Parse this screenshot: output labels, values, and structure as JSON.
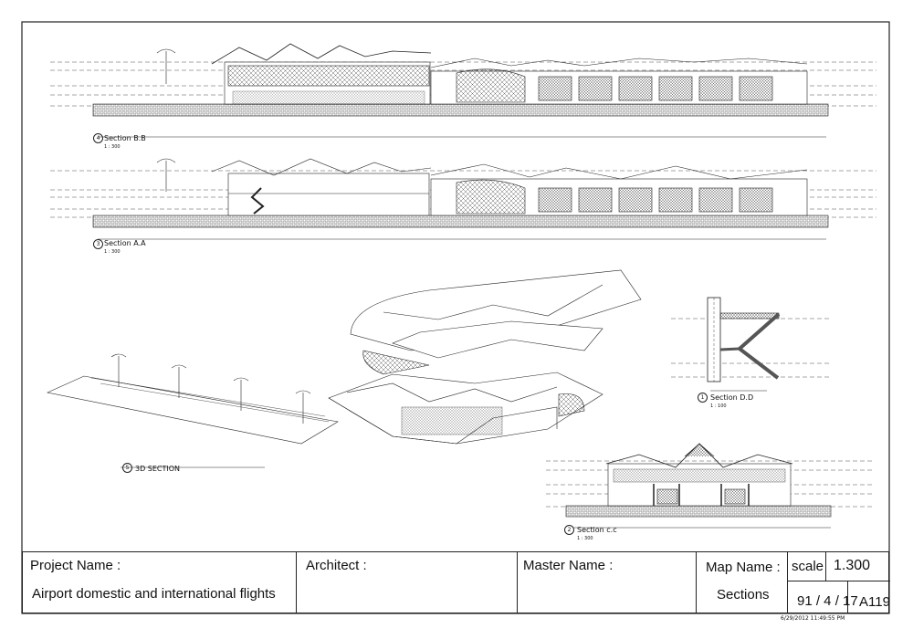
{
  "sections": [
    {
      "num": "4",
      "title": "Section  B.B",
      "scale": "1 : 300"
    },
    {
      "num": "3",
      "title": "Section  A.A",
      "scale": "1 : 300"
    },
    {
      "num": "5",
      "title": "3D SECTION",
      "scale": ""
    },
    {
      "num": "1",
      "title": "Section  D.D",
      "scale": "1 : 100"
    },
    {
      "num": "2",
      "title": "Section  c.c",
      "scale": "1 : 300"
    }
  ],
  "title_block": {
    "project_label": "Project Name :",
    "project_value": "Airport domestic and international flights",
    "architect_label": "Architect :",
    "master_label": "Master Name :",
    "map_label": "Map Name :",
    "map_value": "Sections",
    "scale_label": "scale",
    "scale_value": "1.300",
    "date": "91 / 4 / 17",
    "sheet_no": "A119"
  },
  "timestamp": "6/29/2012 11:49:55 PM"
}
